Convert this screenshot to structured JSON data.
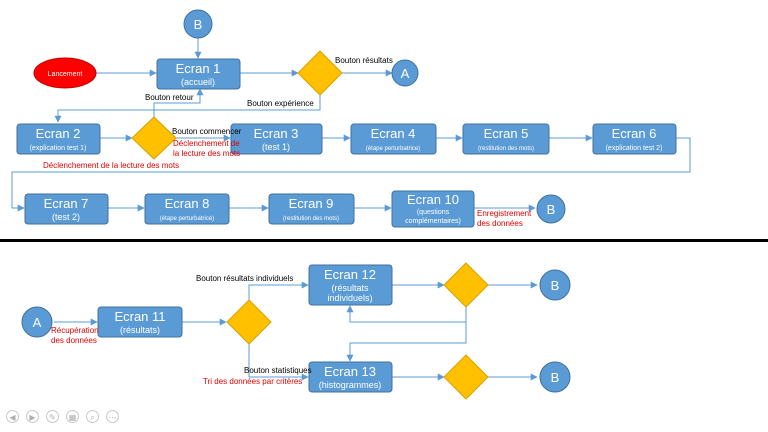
{
  "colors": {
    "box": "#5b9bd5",
    "box_stroke": "#41719c",
    "diamond": "#ffc000",
    "diamond_stroke": "#d9a000",
    "start": "#ff0000",
    "arrow": "#5b9bd5",
    "separator": "#000000"
  },
  "nodes": {
    "b_top": "B",
    "start": "Lancement",
    "ecran1": {
      "title": "Ecran 1",
      "sub": "(accueil)"
    },
    "a_top": "A",
    "ecran2": {
      "title": "Ecran 2",
      "sub": "(explication test 1)"
    },
    "ecran3": {
      "title": "Ecran 3",
      "sub": "(test 1)"
    },
    "ecran4": {
      "title": "Ecran 4",
      "sub": "(étape perturbatrice)"
    },
    "ecran5": {
      "title": "Ecran 5",
      "sub": "(restitution des mots)"
    },
    "ecran6": {
      "title": "Ecran 6",
      "sub": "(explication test 2)"
    },
    "ecran7": {
      "title": "Ecran 7",
      "sub": "(test 2)"
    },
    "ecran8": {
      "title": "Ecran 8",
      "sub": "(étape perturbatrice)"
    },
    "ecran9": {
      "title": "Ecran 9",
      "sub": "(restitution des mots)"
    },
    "ecran10": {
      "title": "Ecran 10",
      "sub1": "(questions",
      "sub2": "complémentaires)"
    },
    "b_row3": "B",
    "a_bottom": "A",
    "ecran11": {
      "title": "Ecran 11",
      "sub": "(résultats)"
    },
    "ecran12": {
      "title": "Ecran 12",
      "sub1": "(résultats",
      "sub2": "individuels)"
    },
    "ecran13": {
      "title": "Ecran 13",
      "sub": "(histogrammes)"
    },
    "b_bottom1": "B",
    "b_bottom2": "B"
  },
  "labels": {
    "bouton_resultats": "Bouton résultats",
    "bouton_retour": "Bouton retour",
    "bouton_experience": "Bouton expérience",
    "bouton_commencer": "Bouton commencer",
    "declenchement_1a": "Déclenchement de",
    "declenchement_1b": "la lecture des mots",
    "declenchement_2": "Déclenchement de la lecture des mots",
    "enregistrement_1": "Enregistrement",
    "enregistrement_2": "des données",
    "bouton_resultats_individuels": "Bouton résultats individuels",
    "recuperation_1": "Récupération",
    "recuperation_2": "des données",
    "bouton_statistiques": "Bouton statistiques",
    "tri_donnees": "Tri des données par critères"
  },
  "toolbar": {
    "icons": [
      "previous-icon",
      "next-icon",
      "pen-icon",
      "slides-icon",
      "zoom-icon",
      "more-icon"
    ],
    "glyphs": [
      "◀",
      "▶",
      "✎",
      "▦",
      "⌕",
      "⋯"
    ]
  }
}
